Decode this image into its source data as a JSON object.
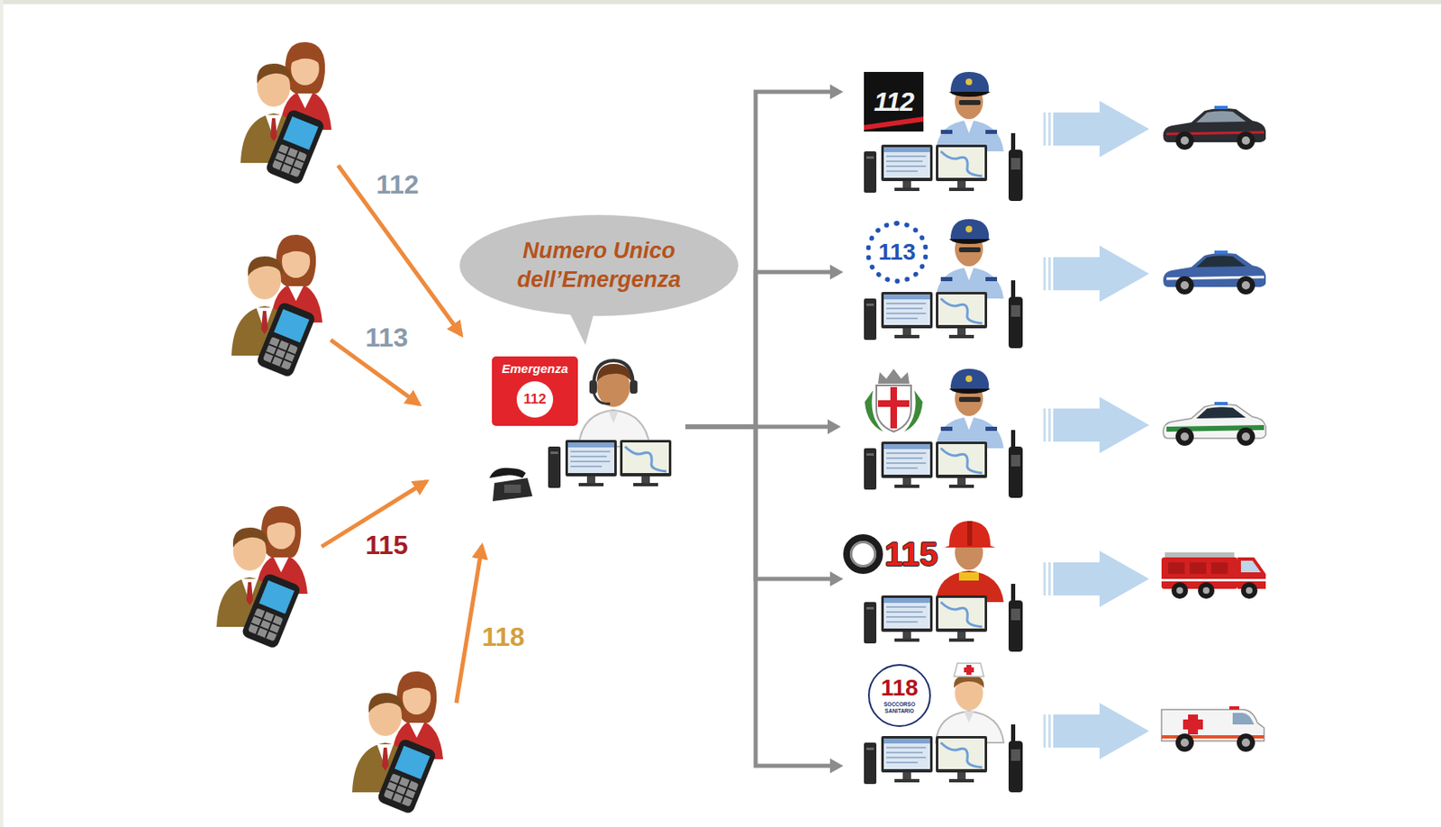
{
  "diagram": {
    "nodes": [
      {
        "text": [
          "Numero Unico dell’Emergenza"
        ]
      },
      {
        "text": [
          "Emergenza",
          "112"
        ]
      },
      {
        "text": [
          "112"
        ]
      },
      {
        "text": [
          "113"
        ]
      },
      {
        "text": [
          "115"
        ]
      },
      {
        "text": [
          "118",
          "SOCCORSO SANITARIO"
        ]
      }
    ],
    "edges": [
      {
        "from": 1,
        "to": 2,
        "arrow": "to"
      },
      {
        "from": 1,
        "to": 3,
        "arrow": "to"
      },
      {
        "from": 1,
        "to": 4,
        "arrow": "to"
      },
      {
        "from": 1,
        "to": 5,
        "arrow": "to"
      }
    ],
    "labels": [
      "112",
      "113",
      "115",
      "118"
    ]
  }
}
